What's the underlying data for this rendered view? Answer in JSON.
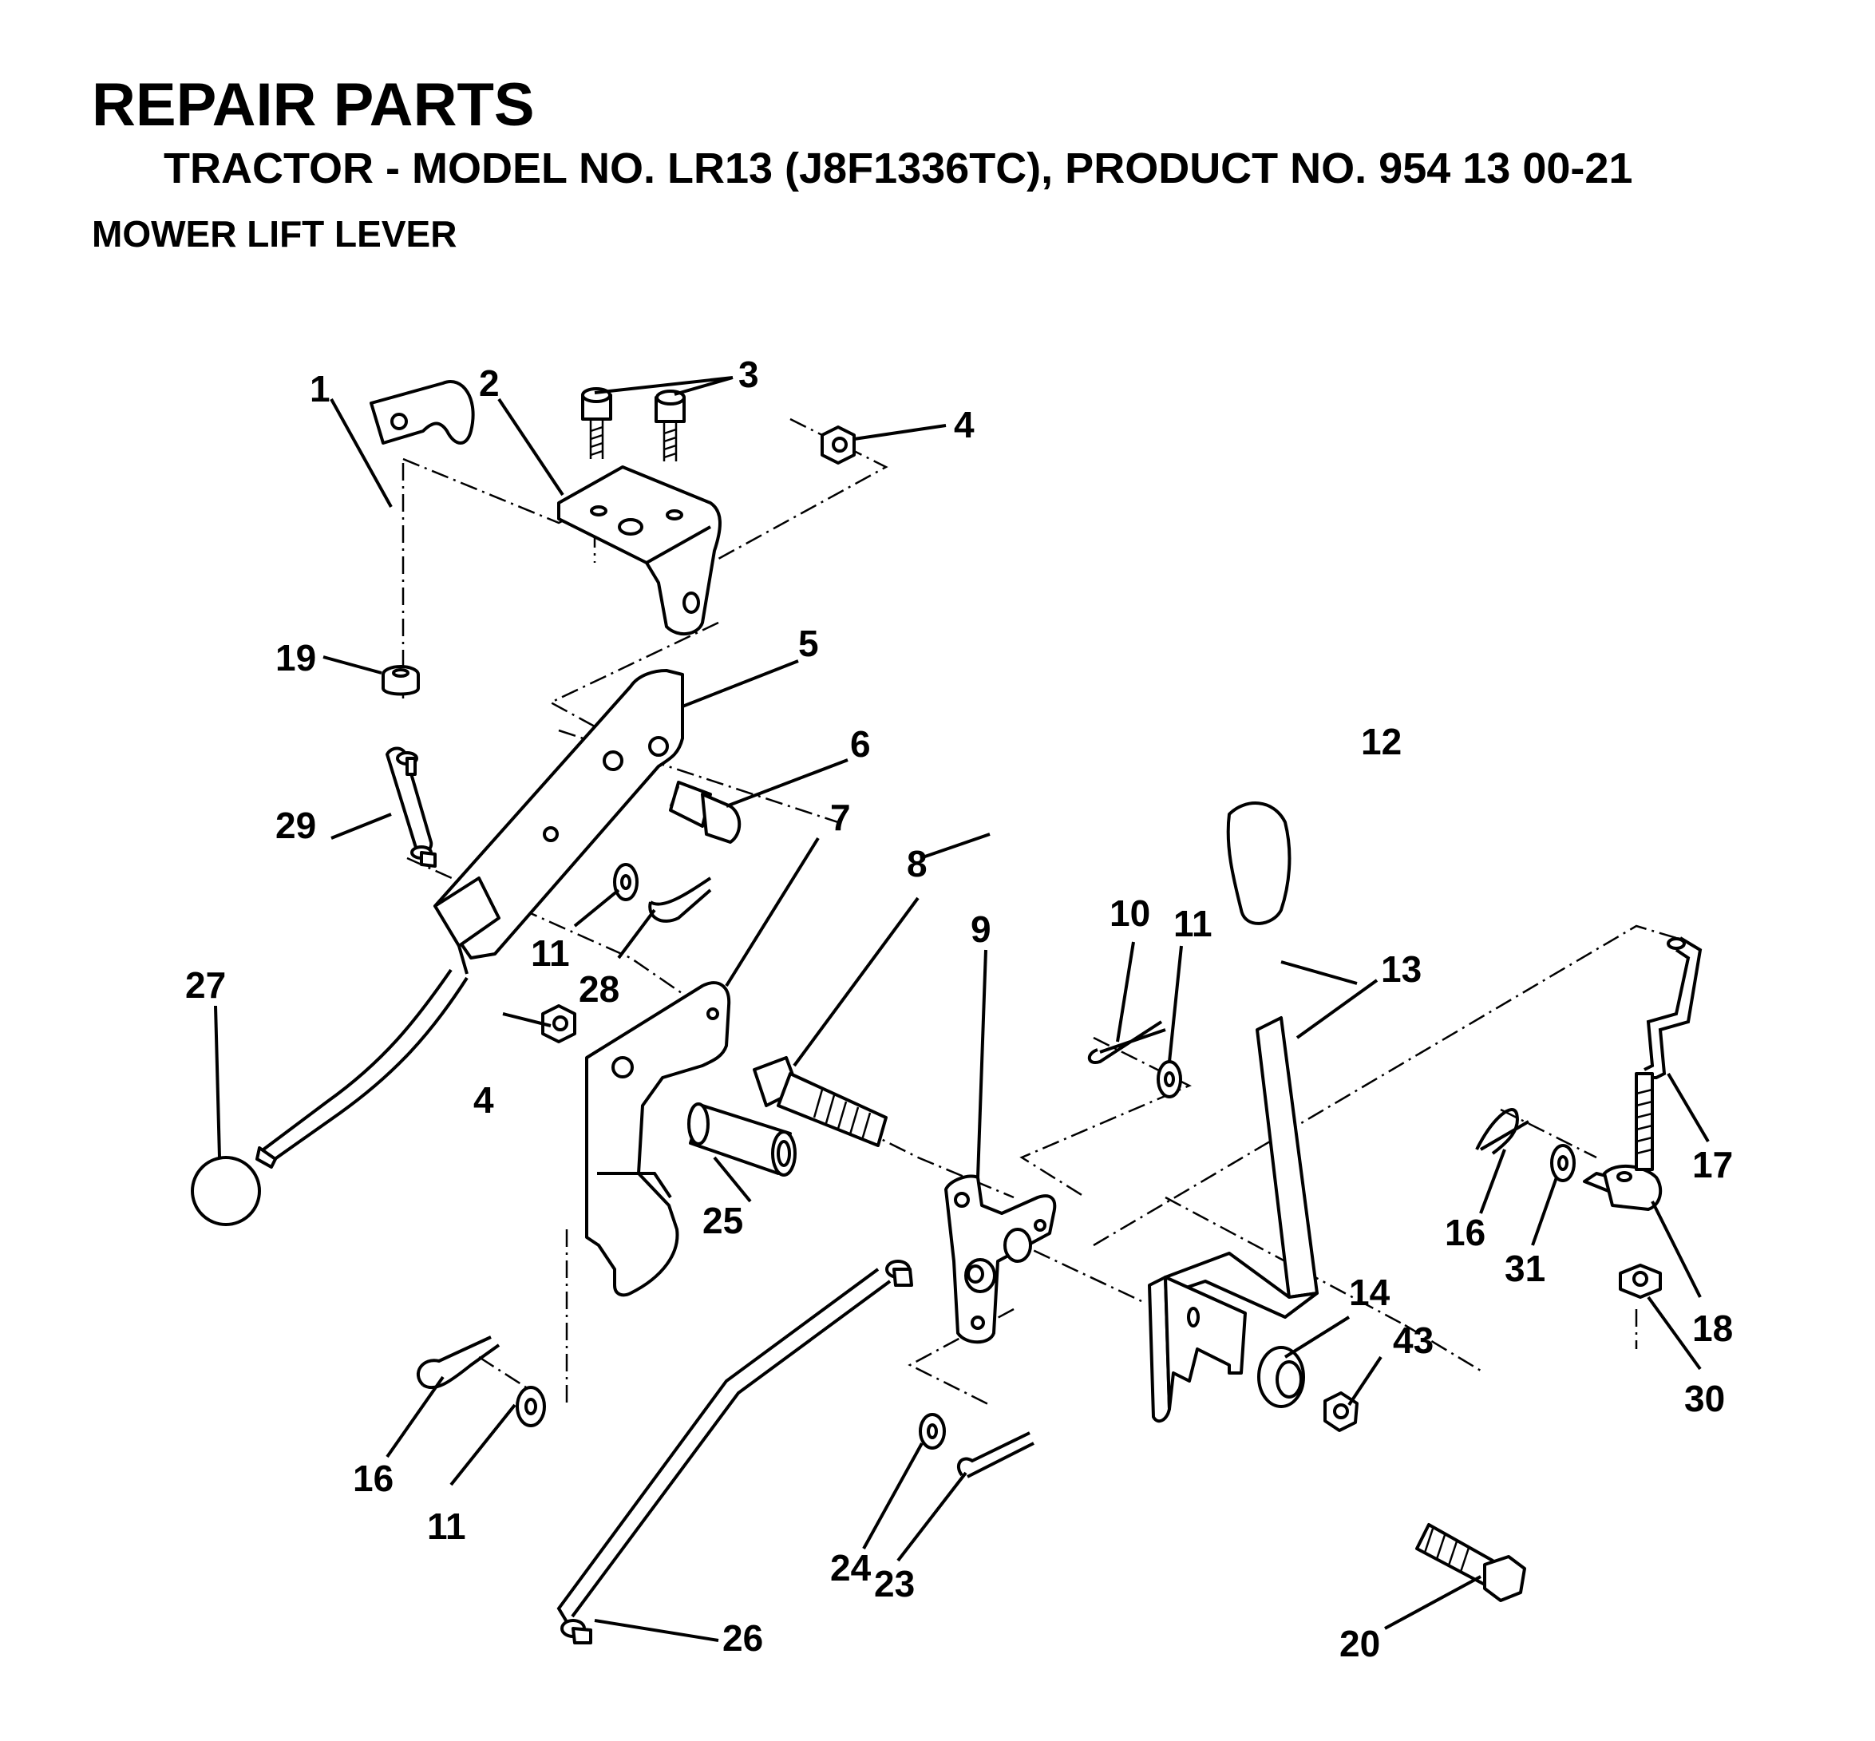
{
  "header": {
    "title": "REPAIR PARTS",
    "subtitle": "TRACTOR - MODEL NO. LR13 (J8F1336TC), PRODUCT NO. 954 13 00-21",
    "section": "MOWER LIFT LEVER"
  },
  "callouts": [
    {
      "id": "c1",
      "text": "1"
    },
    {
      "id": "c2",
      "text": "2"
    },
    {
      "id": "c3",
      "text": "3"
    },
    {
      "id": "c4a",
      "text": "4"
    },
    {
      "id": "c4b",
      "text": "4"
    },
    {
      "id": "c5",
      "text": "5"
    },
    {
      "id": "c6",
      "text": "6"
    },
    {
      "id": "c7",
      "text": "7"
    },
    {
      "id": "c8",
      "text": "8"
    },
    {
      "id": "c9",
      "text": "9"
    },
    {
      "id": "c10",
      "text": "10"
    },
    {
      "id": "c11a",
      "text": "11"
    },
    {
      "id": "c11b",
      "text": "11"
    },
    {
      "id": "c11c",
      "text": "11"
    },
    {
      "id": "c12",
      "text": "12"
    },
    {
      "id": "c13",
      "text": "13"
    },
    {
      "id": "c14",
      "text": "14"
    },
    {
      "id": "c16a",
      "text": "16"
    },
    {
      "id": "c16b",
      "text": "16"
    },
    {
      "id": "c17",
      "text": "17"
    },
    {
      "id": "c18",
      "text": "18"
    },
    {
      "id": "c19",
      "text": "19"
    },
    {
      "id": "c20",
      "text": "20"
    },
    {
      "id": "c23",
      "text": "23"
    },
    {
      "id": "c24",
      "text": "24"
    },
    {
      "id": "c25",
      "text": "25"
    },
    {
      "id": "c26",
      "text": "26"
    },
    {
      "id": "c27",
      "text": "27"
    },
    {
      "id": "c28",
      "text": "28"
    },
    {
      "id": "c29",
      "text": "29"
    },
    {
      "id": "c30",
      "text": "30"
    },
    {
      "id": "c31",
      "text": "31"
    },
    {
      "id": "c43",
      "text": "43"
    }
  ]
}
